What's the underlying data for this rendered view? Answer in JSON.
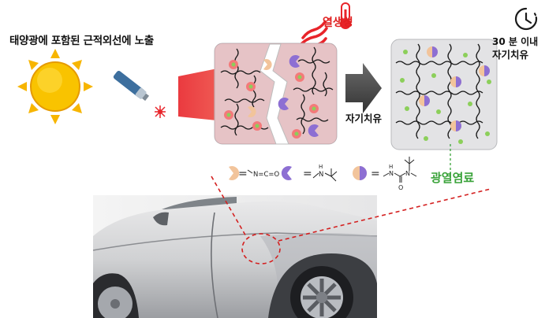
{
  "labels": {
    "exposure": "태양광에 포함된 근적외선에 노출",
    "heat": "열생성",
    "self_heal_arrow": "자기치유",
    "time_limit": "30 분 이내",
    "time_self_heal": "자기치유",
    "photothermal_dye": "광열염료",
    "equals": "="
  },
  "chem_labels": {
    "isocyanate": "N=C=O",
    "amine": "N",
    "amine_h": "H",
    "urea_n1": "N",
    "urea_n2": "N",
    "urea_h": "H",
    "urea_o": "O"
  },
  "icons": [
    "sun-icon",
    "laser-pointer-icon",
    "heat-waves-icon",
    "thermometer-icon",
    "timer-icon",
    "arrow-right-icon"
  ],
  "colors": {
    "heat_text": "#e02020",
    "dye_text": "#3aa33a",
    "sun": "#f7b500",
    "beam": "#e8242a",
    "dashed_line": "#d42020",
    "isocyanate_piece": "#f2c49b",
    "amine_piece": "#8d6fd3",
    "dye_dot": "#8ccf5a"
  }
}
